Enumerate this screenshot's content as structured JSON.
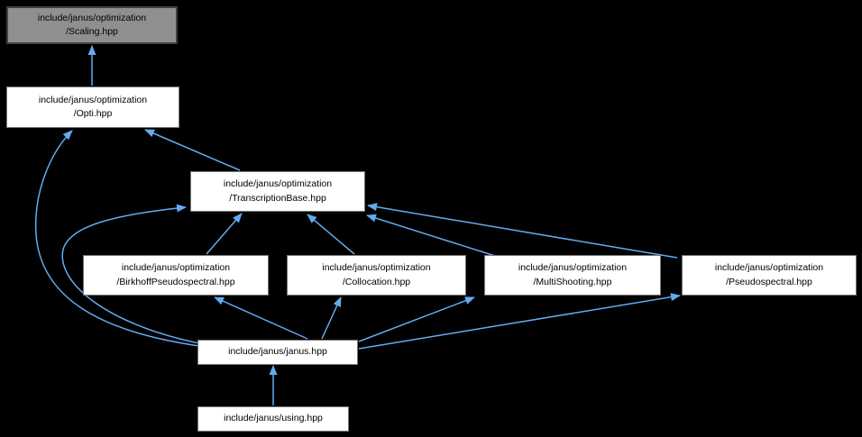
{
  "graph": {
    "kind": "include-dependency-graph",
    "background_color": "#000000",
    "edge_color": "#63abf0",
    "node_fill": "#ffffff",
    "node_border_color": "#757575",
    "node_text_color": "#000000",
    "highlight_fill": "#8f8f8f",
    "highlight_border_color": "#3f3f3f",
    "nodes": [
      {
        "id": "scaling",
        "line1": "include/janus/optimization",
        "line2": "/Scaling.hpp",
        "highlighted": true
      },
      {
        "id": "opti",
        "line1": "include/janus/optimization",
        "line2": "/Opti.hpp",
        "highlighted": false
      },
      {
        "id": "transcription",
        "line1": "include/janus/optimization",
        "line2": "/TranscriptionBase.hpp",
        "highlighted": false
      },
      {
        "id": "birkhoff",
        "line1": "include/janus/optimization",
        "line2": "/BirkhoffPseudospectral.hpp",
        "highlighted": false
      },
      {
        "id": "collocation",
        "line1": "include/janus/optimization",
        "line2": "/Collocation.hpp",
        "highlighted": false
      },
      {
        "id": "multishooting",
        "line1": "include/janus/optimization",
        "line2": "/MultiShooting.hpp",
        "highlighted": false
      },
      {
        "id": "pseudospectral",
        "line1": "include/janus/optimization",
        "line2": "/Pseudospectral.hpp",
        "highlighted": false
      },
      {
        "id": "janus",
        "line1": "include/janus/janus.hpp",
        "line2": "",
        "highlighted": false
      },
      {
        "id": "using",
        "line1": "include/janus/using.hpp",
        "line2": "",
        "highlighted": false
      }
    ],
    "edges": [
      {
        "from": "opti",
        "to": "scaling"
      },
      {
        "from": "transcription",
        "to": "opti"
      },
      {
        "from": "janus",
        "to": "opti"
      },
      {
        "from": "janus",
        "to": "transcription"
      },
      {
        "from": "birkhoff",
        "to": "transcription"
      },
      {
        "from": "collocation",
        "to": "transcription"
      },
      {
        "from": "multishooting",
        "to": "transcription"
      },
      {
        "from": "pseudospectral",
        "to": "transcription"
      },
      {
        "from": "janus",
        "to": "birkhoff"
      },
      {
        "from": "janus",
        "to": "collocation"
      },
      {
        "from": "janus",
        "to": "multishooting"
      },
      {
        "from": "janus",
        "to": "pseudospectral"
      },
      {
        "from": "using",
        "to": "janus"
      }
    ]
  }
}
